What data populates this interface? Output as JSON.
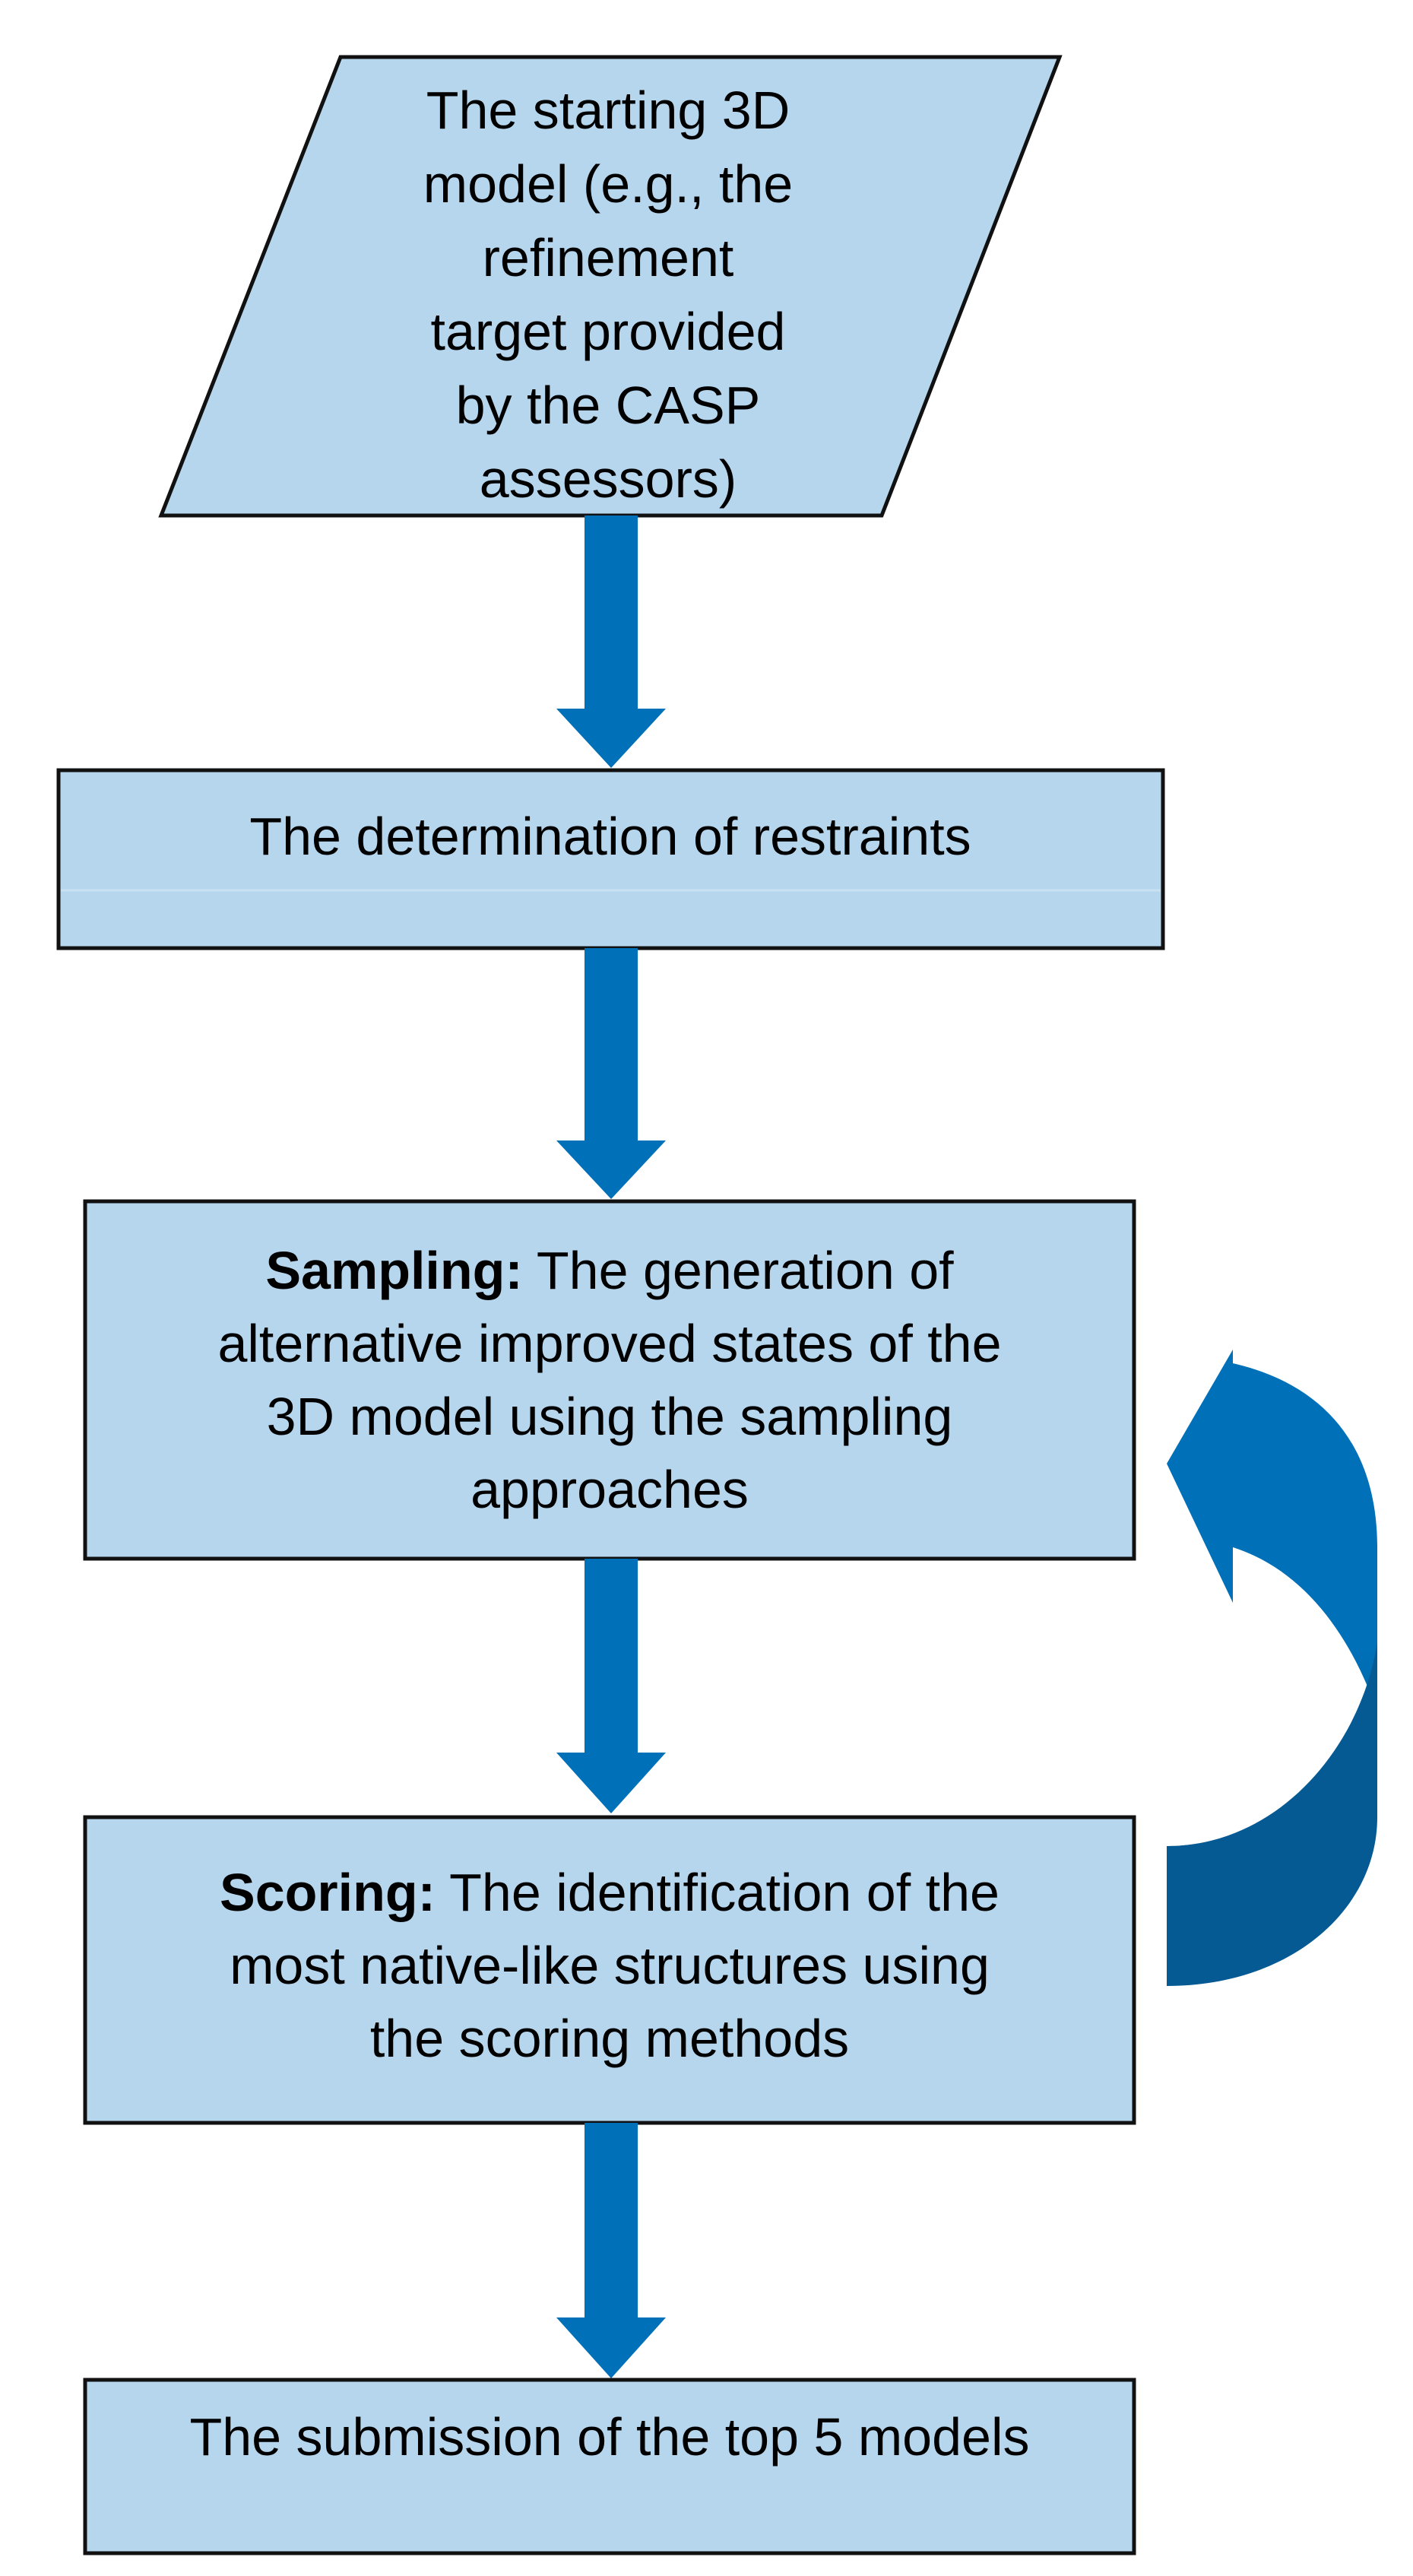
{
  "colors": {
    "box_fill": "#b6d6ee",
    "box_stroke": "#111111",
    "arrow_fill": "#0070b8",
    "loop_arrow_dark": "#055a94",
    "background": "#ffffff"
  },
  "nodes": {
    "start": {
      "shape": "parallelogram",
      "lines": [
        "The starting 3D",
        "model (e.g., the",
        "refinement",
        "target provided",
        "by the CASP",
        "assessors)"
      ]
    },
    "restraints": {
      "shape": "rectangle",
      "text": "The determination of restraints"
    },
    "sampling": {
      "shape": "rectangle",
      "bold": "Sampling:",
      "line1_rest": " The generation of",
      "line2": "alternative improved states of the",
      "line3": "3D model using the sampling",
      "line4": "approaches"
    },
    "scoring": {
      "shape": "rectangle",
      "bold": "Scoring:",
      "line1_rest": " The identification of the",
      "line2": "most native-like structures using",
      "line3": "the scoring methods"
    },
    "submission": {
      "shape": "rectangle",
      "text": "The submission of the top 5 models"
    }
  },
  "edges": [
    {
      "from": "start",
      "to": "restraints",
      "type": "arrow-down"
    },
    {
      "from": "restraints",
      "to": "sampling",
      "type": "arrow-down"
    },
    {
      "from": "sampling",
      "to": "scoring",
      "type": "arrow-down"
    },
    {
      "from": "scoring",
      "to": "submission",
      "type": "arrow-down"
    },
    {
      "from": "scoring",
      "to": "sampling",
      "type": "curved-loop-arrow"
    }
  ]
}
